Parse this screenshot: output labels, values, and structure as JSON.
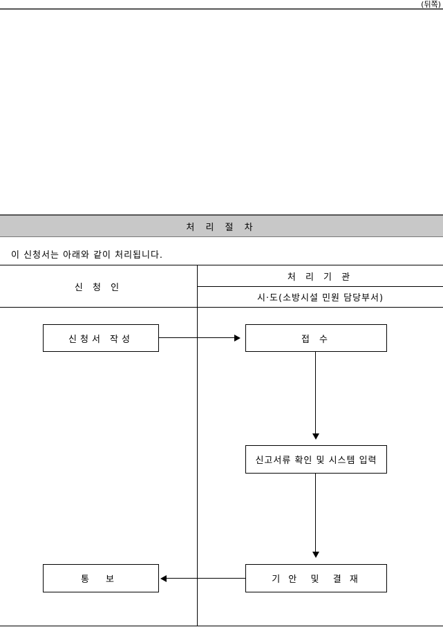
{
  "page_label": "(뒤쪽)",
  "section": {
    "title": "처 리 절 차",
    "intro": "이 신청서는 아래와 같이 처리됩니다."
  },
  "table": {
    "applicant_header": "신 청 인",
    "agency_header": "처 리 기 관",
    "agency_subheader": "시·도(소방시설 민원 담당부서)"
  },
  "flow": {
    "write_application": "신청서 작성",
    "receive": "접 수",
    "review_register": "신고서류 확인 및 시스템 입력",
    "draft_approve": "기 안  및  결 재",
    "notify": "통 보"
  }
}
